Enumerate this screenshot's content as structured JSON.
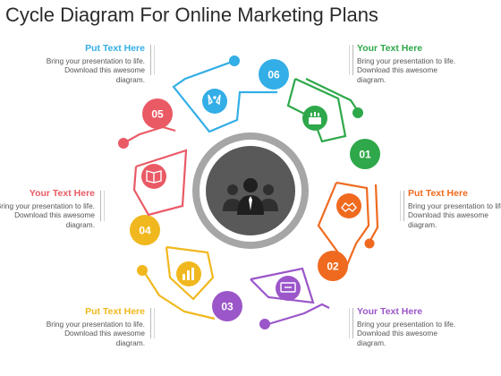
{
  "title": "Cycle Diagram For Online Marketing Plans",
  "colors": {
    "step01": "#2ea84a",
    "step02": "#ef6a1f",
    "step03": "#9b56c9",
    "step04": "#f0b81e",
    "step05": "#e95a65",
    "step06": "#33aee6",
    "center_ring": "#a6a6a6",
    "center_fill": "#595959"
  },
  "steps": [
    {
      "number": "01",
      "heading": "Your Text Here",
      "body": "Bring your presentation to life. Download this awesome diagram.",
      "icon": "cake-icon"
    },
    {
      "number": "02",
      "heading": "Put Text Here",
      "body": "Bring your presentation to life. Download this awesome diagram.",
      "icon": "handshake-icon"
    },
    {
      "number": "03",
      "heading": "Your Text Here",
      "body": "Bring your presentation to life. Download this awesome diagram.",
      "icon": "monitor-icon"
    },
    {
      "number": "04",
      "heading": "Put Text Here",
      "body": "Bring your presentation to life. Download this awesome diagram.",
      "icon": "bar-chart-icon"
    },
    {
      "number": "05",
      "heading": "Your Text Here",
      "body": "Bring your presentation to life. Download this awesome diagram.",
      "icon": "book-icon"
    },
    {
      "number": "06",
      "heading": "Put Text Here",
      "body": "Bring your presentation to life. Download this awesome diagram.",
      "icon": "glasses-cheers-icon"
    }
  ],
  "center_icon": "team-icon"
}
